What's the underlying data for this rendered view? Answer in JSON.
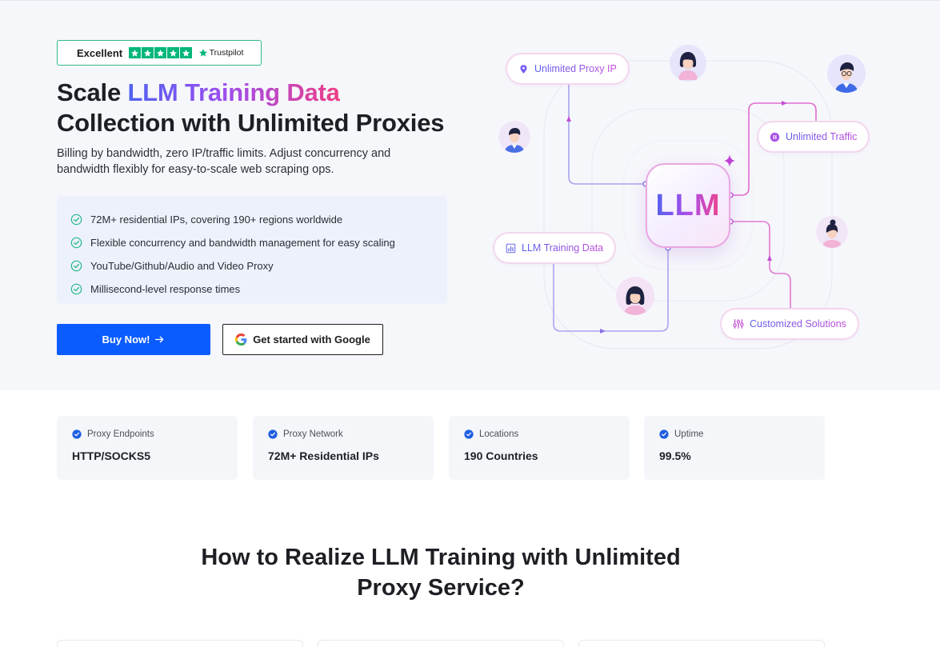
{
  "trustpilot": {
    "rating_label": "Excellent",
    "brand": "Trustpilot",
    "stars": 5
  },
  "hero": {
    "title_line1_prefix": "Scale ",
    "title_line1_highlight": "LLM Training Data",
    "title_line2": "Collection with Unlimited Proxies",
    "subtitle": "Billing by bandwidth, zero IP/traffic limits. Adjust concurrency and bandwidth flexibly for easy-to-scale web scraping ops.",
    "features": [
      "72M+ residential IPs, covering 190+ regions worldwide",
      "Flexible concurrency and bandwidth management for easy scaling",
      "YouTube/Github/Audio and Video Proxy",
      "Millisecond-level response times"
    ],
    "buy_button": "Buy Now!",
    "google_button": "Get started with Google"
  },
  "diagram": {
    "center_label": "LLM",
    "pills": {
      "unlimited_proxy_ip": "Unlimited Proxy IP",
      "unlimited_traffic": "Unlimited Traffic",
      "llm_training_data": "LLM Training Data",
      "customized_solutions": "Customized Solutions"
    }
  },
  "stats": [
    {
      "label": "Proxy Endpoints",
      "value": "HTTP/SOCKS5"
    },
    {
      "label": "Proxy Network",
      "value": "72M+ Residential IPs"
    },
    {
      "label": "Locations",
      "value": "190 Countries"
    },
    {
      "label": "Uptime",
      "value": "99.5%"
    }
  ],
  "section": {
    "heading_line1": "How to Realize LLM Training with Unlimited",
    "heading_line2": "Proxy Service?"
  },
  "colors": {
    "primary_button": "#0b5cff",
    "trustpilot_green": "#00b67a",
    "check_green": "#25b88a",
    "stat_check_blue": "#1f5fe0"
  }
}
